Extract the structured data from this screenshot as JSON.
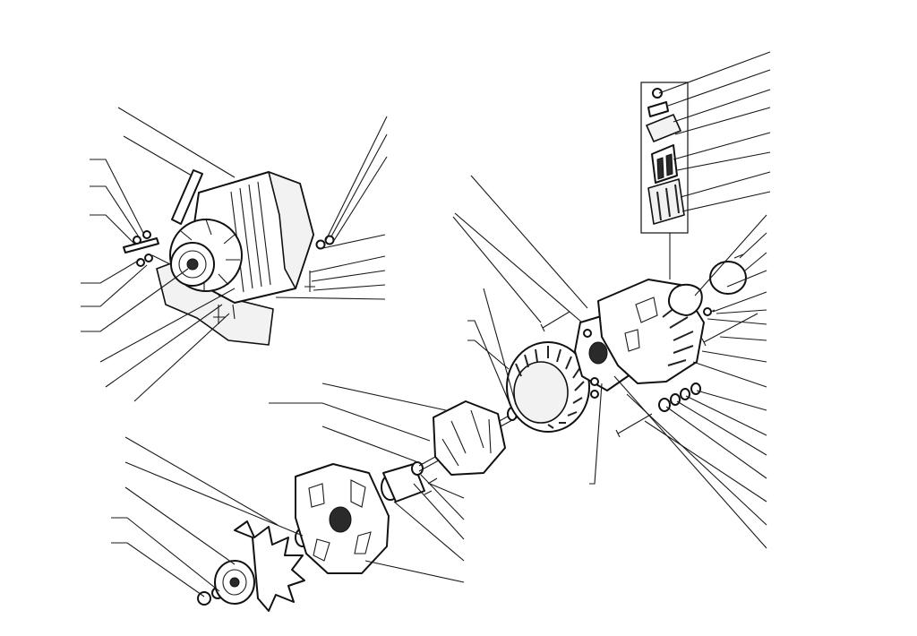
{
  "figure": {
    "background": "#ffffff",
    "ink": "#111111",
    "groups": [
      "mounted-alternator-assembly",
      "exploded-alternator-parts",
      "brush-holder-regulator-inset"
    ]
  }
}
